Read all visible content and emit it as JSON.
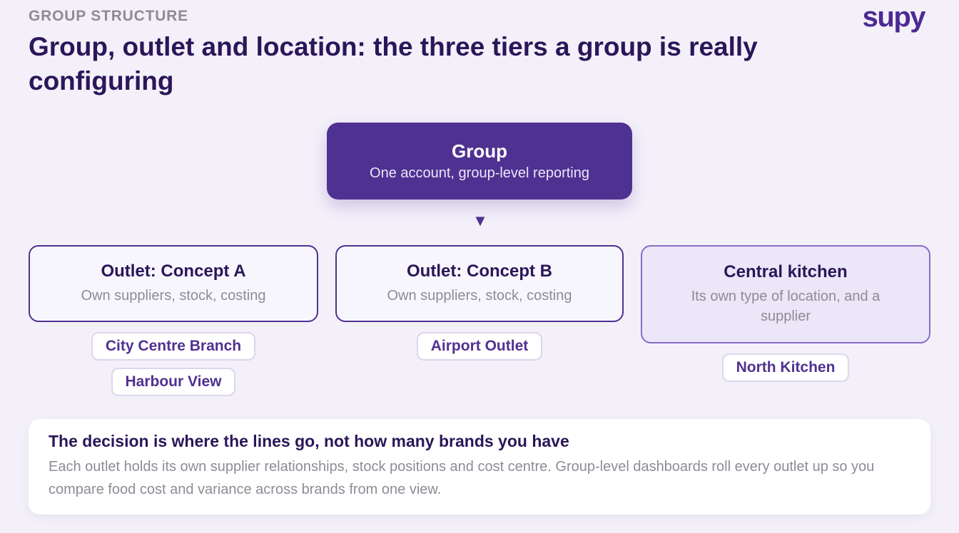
{
  "header": {
    "eyebrow": "GROUP STRUCTURE",
    "brand": "supy",
    "title": "Group, outlet and location: the three tiers a group is really configuring"
  },
  "group": {
    "title": "Group",
    "subtitle": "One account, group-level reporting"
  },
  "tiers": [
    {
      "title": "Outlet: Concept A",
      "subtitle": "Own suppliers, stock, costing",
      "locations": [
        "City Centre Branch",
        "Harbour View"
      ]
    },
    {
      "title": "Outlet: Concept B",
      "subtitle": "Own suppliers, stock, costing",
      "locations": [
        "Airport Outlet"
      ]
    },
    {
      "title": "Central kitchen",
      "subtitle": "Its own type of location, and a supplier",
      "locations": [
        "North Kitchen"
      ]
    }
  ],
  "note": {
    "title": "The decision is where the lines go, not how many brands you have",
    "body": "Each outlet holds its own supplier relationships, stock positions and cost centre. Group-level dashboards roll every outlet up so you compare food cost and variance across brands from one view."
  },
  "colors": {
    "primary": "#4f3191",
    "heading": "#2a1658",
    "muted": "#8f8b95",
    "background": "#f3f0fa"
  }
}
